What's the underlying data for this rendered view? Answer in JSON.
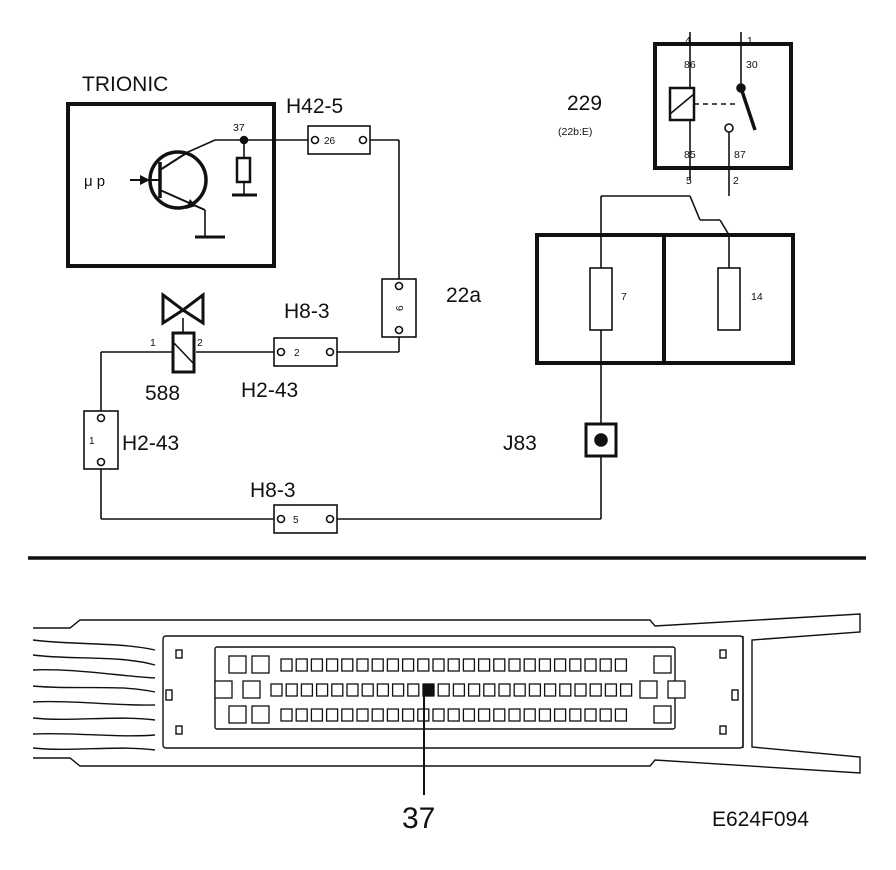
{
  "diagram": {
    "ecu_label": "TRIONIC",
    "mp_label": "μ p",
    "pin_37_label": "37",
    "connector_h42_5": {
      "label": "H42-5",
      "pin": "26"
    },
    "connector_22a": {
      "label": "22a",
      "pin": "6"
    },
    "connector_h8_3_top": {
      "label": "H8-3",
      "pin": "2"
    },
    "connector_h2_43_bottom_label": "H2-43",
    "valve_label": "588",
    "valve_pin_1": "1",
    "valve_pin_2": "2",
    "connector_h2_43_left": {
      "label": "H2-43",
      "pin": "1"
    },
    "connector_h8_3_bottom": {
      "label": "H8-3",
      "pin": "5"
    },
    "splice_label": "J83",
    "relay": {
      "label": "229",
      "sublabel": "(22b:E)",
      "terminal_86": "86",
      "terminal_30": "30",
      "terminal_85": "85",
      "terminal_87": "87",
      "pin_top_left": "4",
      "pin_top_right": "1",
      "pin_bottom_left": "5",
      "pin_bottom_right": "2"
    },
    "fuse_left": "7",
    "fuse_right": "14",
    "connector_pin_callout": "37",
    "figure_code": "E624F094"
  }
}
